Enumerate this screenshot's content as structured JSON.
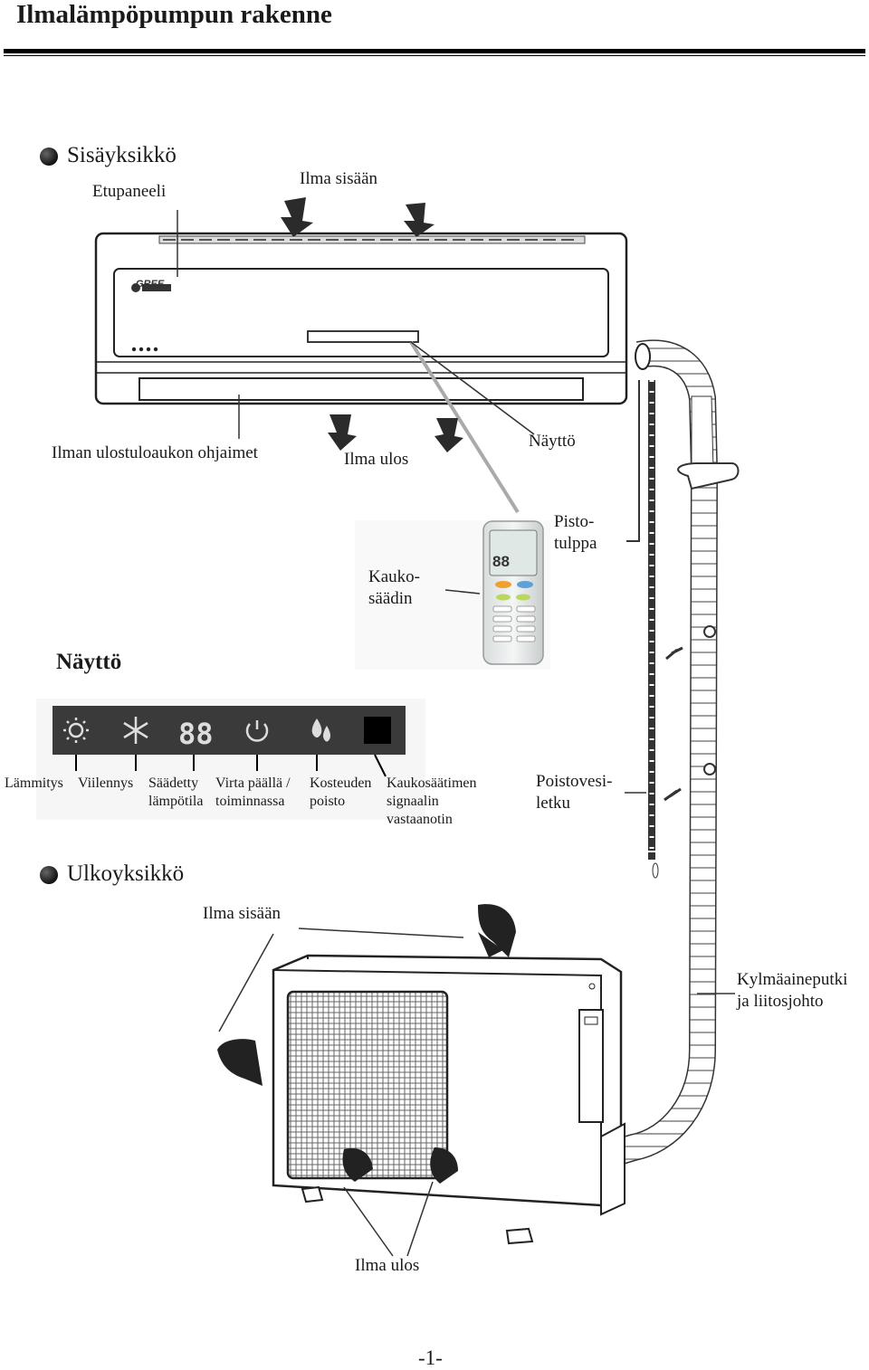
{
  "title": "Ilmalämpöpumpun rakenne",
  "indoor": {
    "heading": "Sisäyksikkö",
    "front_panel": "Etupaneeli",
    "air_in": "Ilma sisään",
    "brand": "GREE",
    "outlet_guides": "Ilman ulostuloaukon ohjaimet",
    "air_out": "Ilma ulos",
    "display": "Näyttö",
    "plug": [
      "Pisto-",
      "tulppa"
    ],
    "remote": [
      "Kauko-",
      "säädin"
    ]
  },
  "display_section": {
    "heading": "Näyttö",
    "readout": "88",
    "labels": {
      "heating": "Lämmitys",
      "cooling": "Viilennys",
      "set_temp": [
        "Säädetty",
        "lämpötila"
      ],
      "power": [
        "Virta päällä /",
        "toiminnassa"
      ],
      "dry": [
        "Kosteuden",
        "poisto"
      ],
      "receiver": [
        "Kaukosäätimen",
        "signaalin",
        "vastaanotin"
      ]
    }
  },
  "drain_hose": [
    "Poistovesi-",
    "letku"
  ],
  "outdoor": {
    "heading": "Ulkoyksikkö",
    "air_in": "Ilma sisään",
    "air_out": "Ilma ulos",
    "pipes": [
      "Kylmäaineputki",
      "ja liitosjohto"
    ]
  },
  "remote_screen": {
    "readout": "88"
  },
  "page_number": "-1-"
}
